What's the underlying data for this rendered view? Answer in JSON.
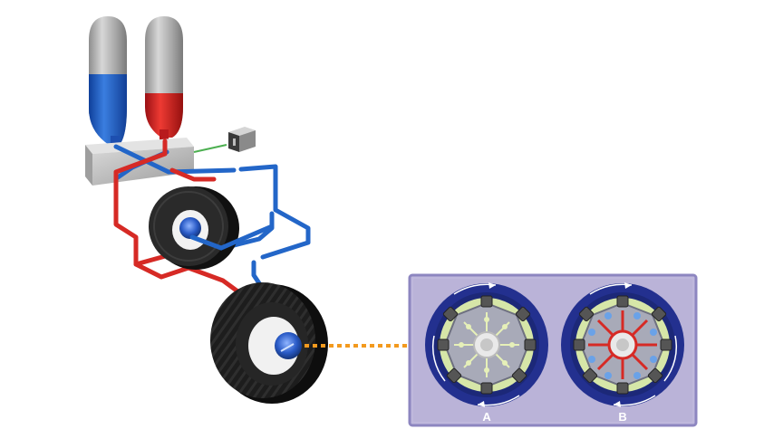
{
  "colors": {
    "blue_fluid": "#1d63c9",
    "red_fluid": "#d8232a",
    "blue_pipe": "#2366c8",
    "red_pipe": "#d62a25",
    "signal_wire": "#4caf50",
    "arrow": "#f39a1e",
    "tire": "#1e1e1e",
    "panel_bg": "#bfb8dc",
    "panel_border": "#8d86c0",
    "inset_ring": "#23308f",
    "inset_lime": "#d6e6a8"
  },
  "icons": {
    "blue_tank": "blue-reservoir-tank",
    "red_tank": "red-reservoir-tank",
    "controller": "control-box",
    "connector": "electrical-connector",
    "front_tire": "tire",
    "rear_tire": "tire"
  },
  "inset": {
    "left_label": "A",
    "right_label": "B"
  }
}
